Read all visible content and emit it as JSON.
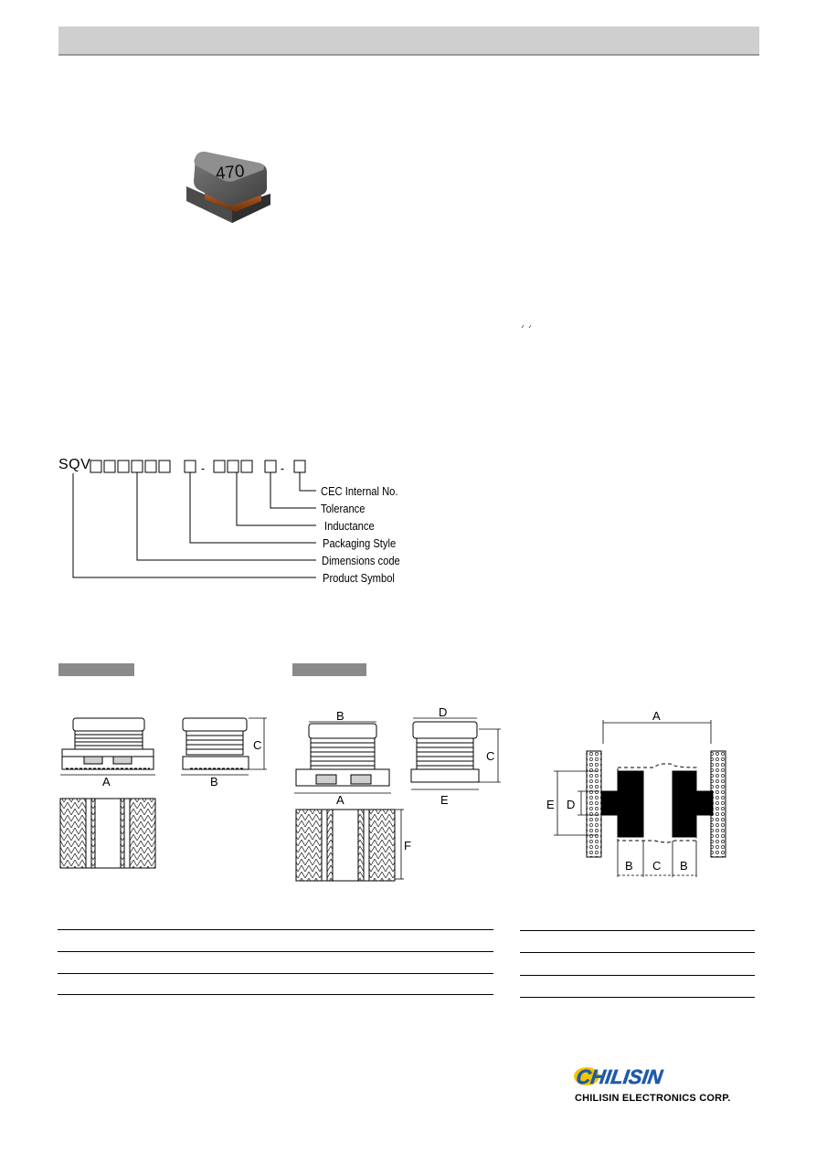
{
  "component": {
    "marking": "470"
  },
  "part_number": {
    "prefix": "SQV",
    "labels": [
      "CEC Internal No.",
      "Tolerance",
      "Inductance",
      "Packaging Style",
      "Dimensions code",
      "Product Symbol"
    ],
    "separator": "-"
  },
  "drawing_a": {
    "dims": [
      "C",
      "A",
      "B"
    ]
  },
  "drawing_b": {
    "dims": [
      "B",
      "D",
      "C",
      "A",
      "E",
      "F"
    ]
  },
  "pad_layout": {
    "dims": [
      "A",
      "E",
      "D",
      "B",
      "C",
      "B"
    ]
  },
  "footer": {
    "logo_text": "CHILISIN",
    "company": "CHILISIN ELECTRONICS CORP."
  },
  "colors": {
    "header_bar": "#cfcfcf",
    "section_tab": "#8a8a8a",
    "logo_blue": "#1e5aa8",
    "logo_yellow": "#f5c400"
  }
}
